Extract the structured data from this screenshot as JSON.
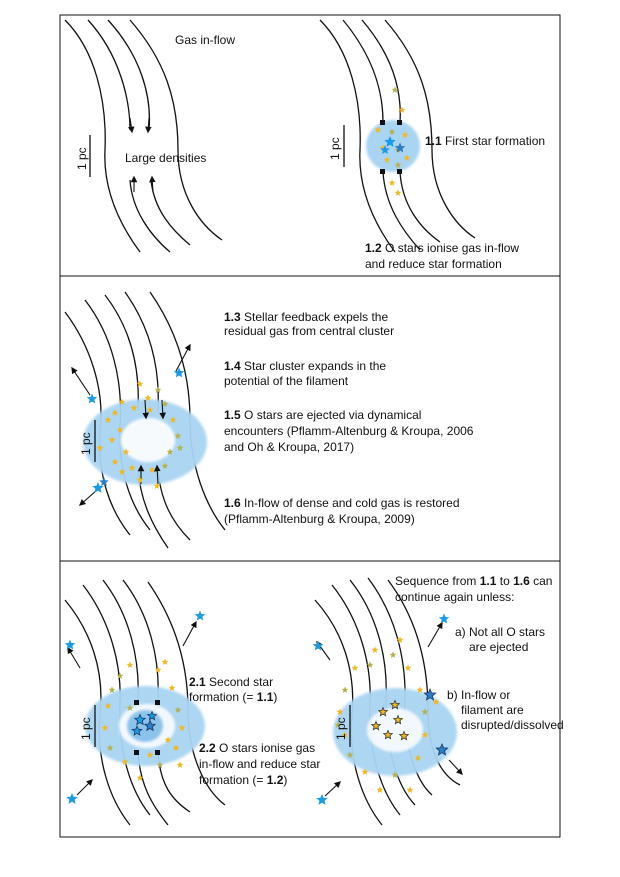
{
  "panel1": {
    "gas_inflow": "Gas in-flow",
    "large_densities": "Large densities",
    "scale_left": "1 pc",
    "scale_right": "1 pc",
    "step_1_1_num": "1.1",
    "step_1_1_text": "First star formation",
    "step_1_2_num": "1.2",
    "step_1_2_line1": "O stars ionise gas  in-flow",
    "step_1_2_line2": "and reduce star formation"
  },
  "panel2": {
    "scale": "1 pc",
    "step_1_3_num": "1.3",
    "step_1_3_line1": "Stellar feedback expels the",
    "step_1_3_line2": "residual gas from central cluster",
    "step_1_4_num": "1.4",
    "step_1_4_line1": "Star cluster expands in the",
    "step_1_4_line2": "potential of the filament",
    "step_1_5_num": "1.5",
    "step_1_5_line1": "O stars are ejected via dynamical",
    "step_1_5_line2": "encounters (Pflamm-Altenburg & Kroupa, 2006",
    "step_1_5_line3": "and Oh & Kroupa, 2017)",
    "step_1_6_num": "1.6",
    "step_1_6_line1": "In-flow of dense and cold gas is restored",
    "step_1_6_line2": "(Pflamm-Altenburg & Kroupa, 2009)"
  },
  "panel3": {
    "scale_left": "1 pc",
    "scale_right": "1 pc",
    "step_2_1_num": "2.1",
    "step_2_1_line1": "Second star",
    "step_2_1_line2": "formation (= ",
    "step_2_1_ref": "1.1",
    "step_2_1_close": ")",
    "step_2_2_num": "2.2",
    "step_2_2_line1": "O stars ionise gas",
    "step_2_2_line2": "in-flow and reduce star",
    "step_2_2_line3": "formation (= ",
    "step_2_2_ref": "1.2",
    "step_2_2_close": ")",
    "seq_line1_a": "Sequence from ",
    "seq_from": "1.1",
    "seq_line1_b": " to ",
    "seq_to": "1.6",
    "seq_line1_c": " can",
    "seq_line2": "continue again unless:",
    "cond_a_line1": "a) Not all O stars",
    "cond_a_line2": "are ejected",
    "cond_b_line1": "b) In-flow or",
    "cond_b_line2": "filament are",
    "cond_b_line3": "disrupted/dissolved"
  },
  "colors": {
    "cloud": "#a9d4f2",
    "cloud_dense": "#8cc3eb",
    "o_star": "#1a9be6",
    "o_star_dark": "#2a7ec4",
    "small_star": "#f1b81f",
    "small_star_green": "#b5b14e",
    "ink": "#111111"
  }
}
